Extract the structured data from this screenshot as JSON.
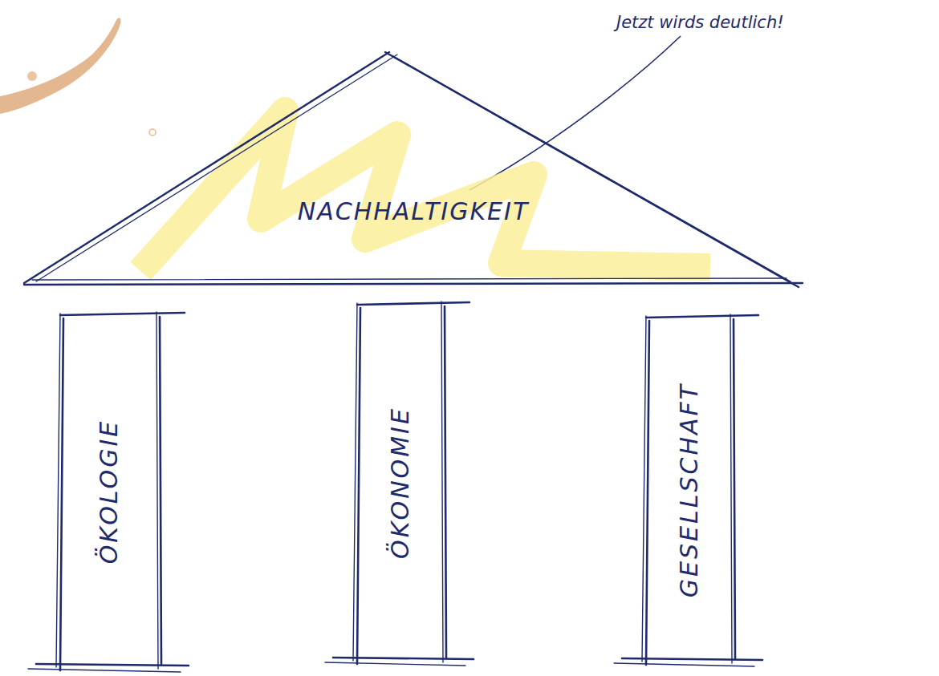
{
  "diagram": {
    "nodes": [
      {
        "text": [
          "NACHHALTIGKEIT"
        ]
      },
      {
        "text": [
          "ÖKOLOGIE"
        ]
      },
      {
        "text": [
          "ÖKONOMIE"
        ]
      },
      {
        "text": [
          "GESELLSCHAFT"
        ]
      }
    ],
    "labels": [
      "Jetzt wirds deutlich!"
    ]
  }
}
